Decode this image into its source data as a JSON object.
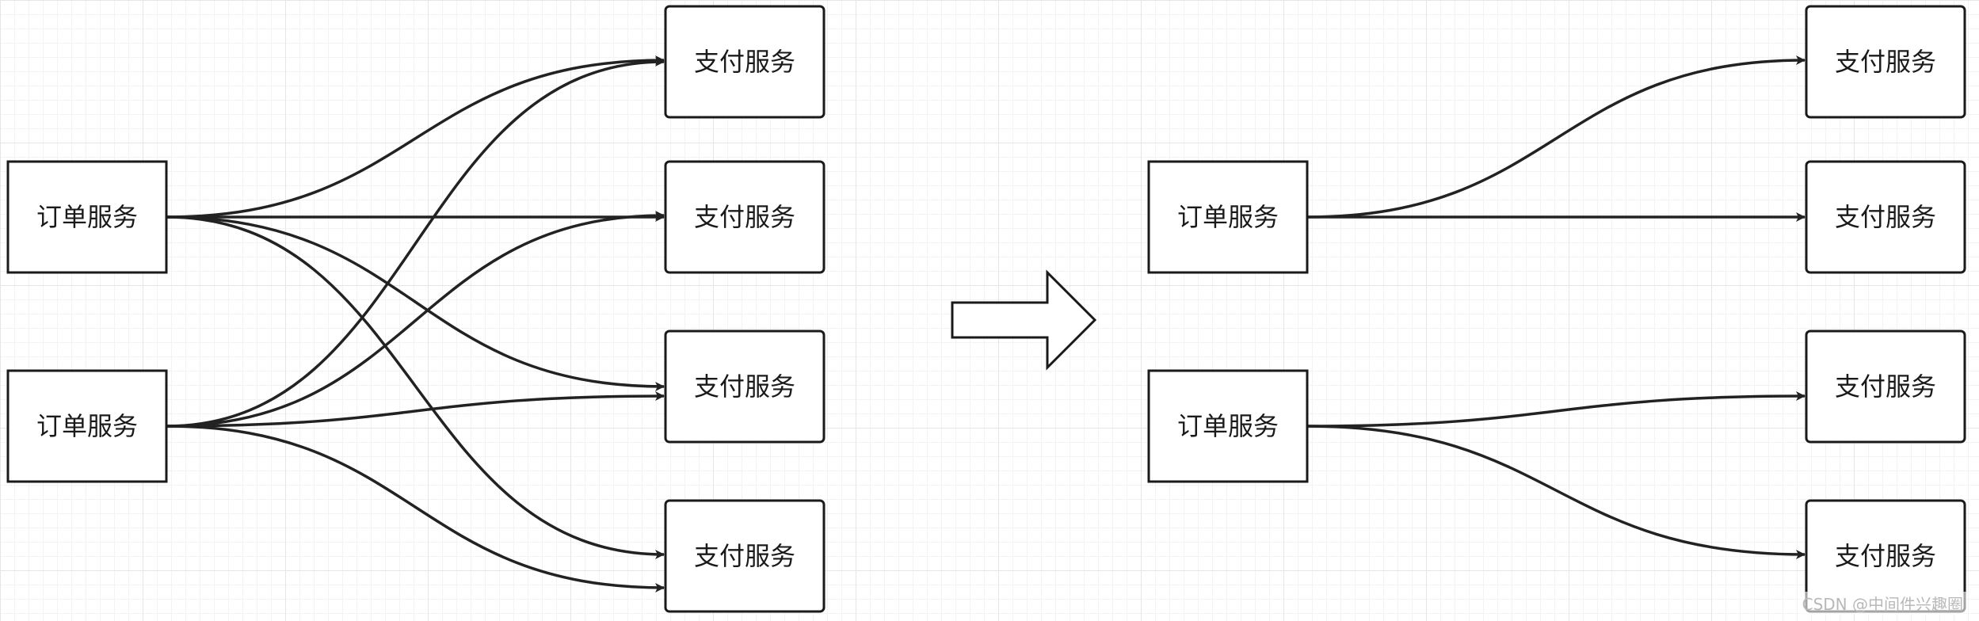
{
  "diagram": {
    "left": {
      "order_services": [
        {
          "id": "L-O1",
          "label": "订单服务"
        },
        {
          "id": "L-O2",
          "label": "订单服务"
        }
      ],
      "payment_services": [
        {
          "id": "L-P1",
          "label": "支付服务"
        },
        {
          "id": "L-P2",
          "label": "支付服务"
        },
        {
          "id": "L-P3",
          "label": "支付服务"
        },
        {
          "id": "L-P4",
          "label": "支付服务"
        }
      ],
      "connections": [
        [
          "L-O1",
          "L-P1"
        ],
        [
          "L-O1",
          "L-P2"
        ],
        [
          "L-O1",
          "L-P3"
        ],
        [
          "L-O1",
          "L-P4"
        ],
        [
          "L-O2",
          "L-P1"
        ],
        [
          "L-O2",
          "L-P2"
        ],
        [
          "L-O2",
          "L-P3"
        ],
        [
          "L-O2",
          "L-P4"
        ]
      ]
    },
    "transition": {
      "icon": "right-arrow-icon"
    },
    "right": {
      "order_services": [
        {
          "id": "R-O1",
          "label": "订单服务"
        },
        {
          "id": "R-O2",
          "label": "订单服务"
        }
      ],
      "payment_services": [
        {
          "id": "R-P1",
          "label": "支付服务"
        },
        {
          "id": "R-P2",
          "label": "支付服务"
        },
        {
          "id": "R-P3",
          "label": "支付服务"
        },
        {
          "id": "R-P4",
          "label": "支付服务"
        }
      ],
      "connections": [
        [
          "R-O1",
          "R-P1"
        ],
        [
          "R-O1",
          "R-P2"
        ],
        [
          "R-O2",
          "R-P3"
        ],
        [
          "R-O2",
          "R-P4"
        ]
      ]
    }
  },
  "watermark": "CSDN @中间件兴趣圈"
}
